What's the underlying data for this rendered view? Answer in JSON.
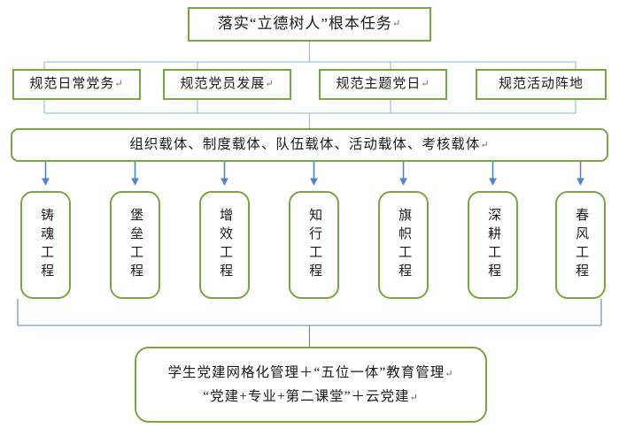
{
  "diagram": {
    "title_box": {
      "text": "落实“立德树人”根本任务",
      "mark": "↵"
    },
    "norm_boxes": [
      {
        "text": "规范日常党务",
        "mark": "↵"
      },
      {
        "text": "规范党员发展",
        "mark": "↵"
      },
      {
        "text": "规范主题党日",
        "mark": "↵"
      },
      {
        "text": "规范活动阵地",
        "mark": ""
      }
    ],
    "carrier_box": {
      "text": "组织载体、制度载体、队伍载体、活动载体、考核载体",
      "mark": "↵"
    },
    "project_boxes": [
      {
        "text": "铸魂工程",
        "mark": "↵"
      },
      {
        "text": "堡垒工程",
        "mark": "↵"
      },
      {
        "text": "增效工程",
        "mark": "↵"
      },
      {
        "text": "知行工程",
        "mark": "↵"
      },
      {
        "text": "旗帜工程",
        "mark": "↵"
      },
      {
        "text": "深耕工程",
        "mark": "↵"
      },
      {
        "text": "春风工程",
        "mark": "↵"
      }
    ],
    "bottom_box": {
      "line1": "学生党建网格化管理＋“五位一体”教育管理",
      "line1_mark": "↵",
      "line2": "“党建+专业+第二课堂”＋云党建",
      "line2_mark": "↵"
    },
    "colors": {
      "box_border": "#76A742",
      "box_fill": "#FFFFFF",
      "bus_line": "#9DC3E6",
      "arrow": "#4A86C8",
      "text": "#1A1A1A"
    }
  }
}
